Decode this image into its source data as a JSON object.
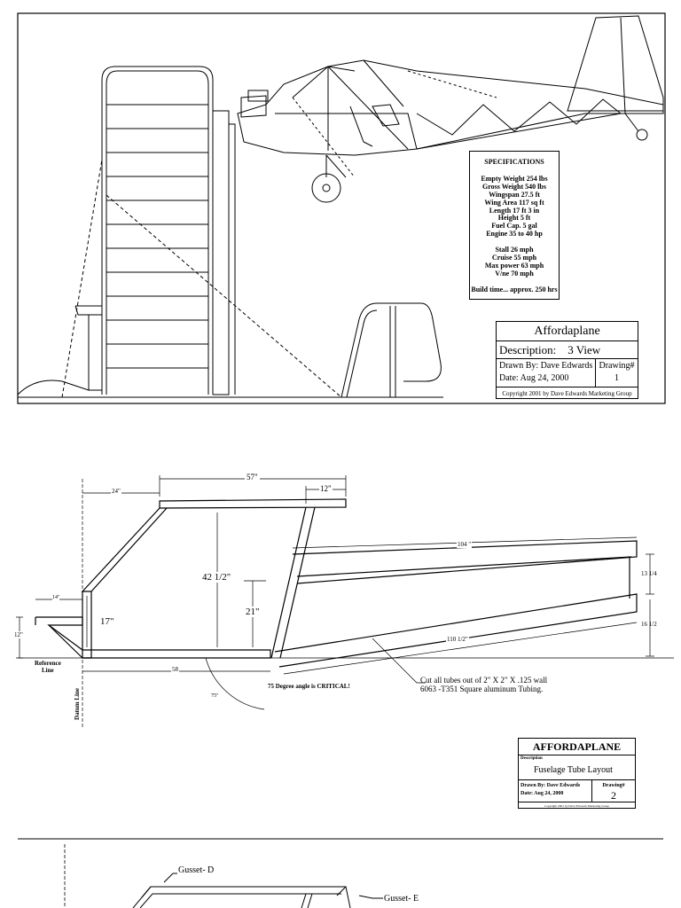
{
  "specs": {
    "title": "SPECIFICATIONS",
    "lines1": [
      "Empty Weight 254 lbs",
      "Gross Weight 540 lbs",
      "Wingspan 27.5 ft",
      "Wing Area 117 sq ft",
      "Length 17 ft 3 in",
      "Height 5 ft",
      "Fuel Cap. 5 gal",
      "Engine 35 to 40 hp"
    ],
    "lines2": [
      "Stall 26 mph",
      "Cruise 55 mph",
      "Max power 63 mph",
      "V/ne 70 mph"
    ],
    "build": "Build time... approx. 250 hrs"
  },
  "titleblock1": {
    "name": "Affordaplane",
    "description_label": "Description:",
    "description": "3 View",
    "drawn_by": "Drawn By: Dave Edwards",
    "date": "Date:  Aug 24, 2000",
    "drawing_label": "Drawing#",
    "drawing_num": "1",
    "copyright": "Copyright 2001 by Dave Edwards Marketing Group"
  },
  "titleblock2": {
    "name": "AFFORDAPLANE",
    "description_label": "Description",
    "description": "Fuselage Tube  Layout",
    "drawn_by": "Drawn By: Dave Edwards",
    "date": "Date:  Aug 24, 2000",
    "drawing_label": "Drawing#",
    "drawing_num": "2",
    "copyright": "Copyright 2001 by Dave Edwards Marketing Group"
  },
  "dims": {
    "d57": "57\"",
    "d24": "24\"",
    "d12top": "12\"",
    "d104": "104 \"",
    "d13": "13 1/4",
    "d16": "16 1/2",
    "d42": "42 1/2\"",
    "d21": "21\"",
    "d17": "17\"",
    "d14": "14\"",
    "d12left": "12\"",
    "d58": "58",
    "d110": "110 1/2\"",
    "d75": "75\""
  },
  "notes": {
    "reference": "Reference",
    "line": "Line",
    "datum": "Datum Line",
    "critical": "75 Degree angle is CRITICAL!",
    "cut1": "Cut all tubes out of 2\" X 2\" X .125 wall",
    "cut2": "6063 -T351 Square aluminum Tubing.",
    "gusset_d": "Gusset- D",
    "gusset_e": "Gusset- E"
  }
}
